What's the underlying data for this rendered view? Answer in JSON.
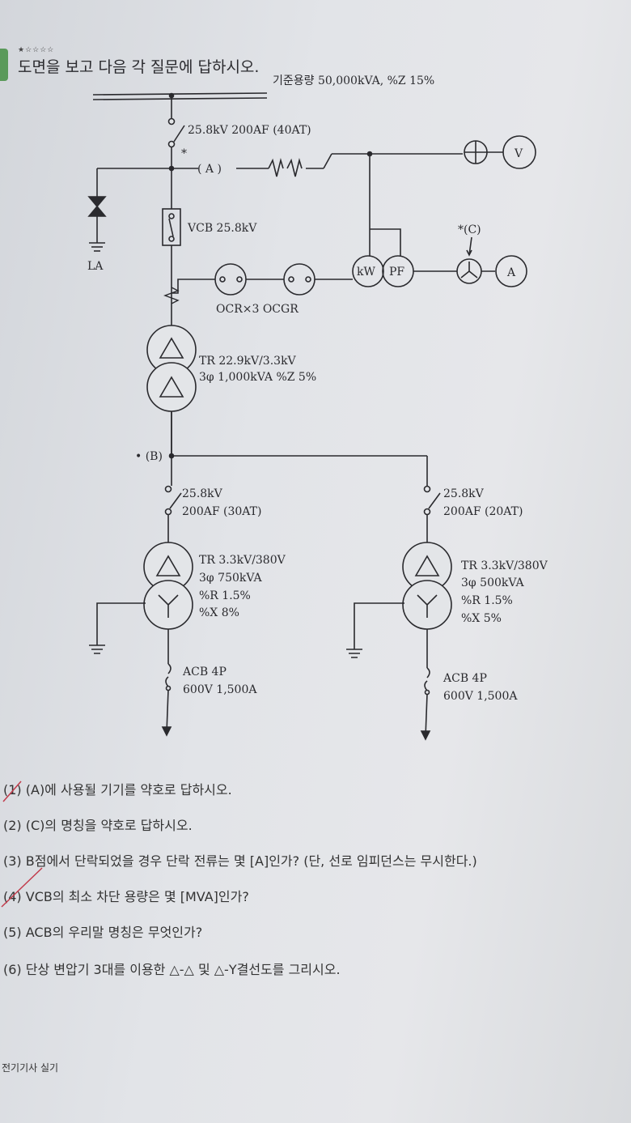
{
  "header": {
    "difficulty": "★☆☆☆☆",
    "instruction": "도면을 보고 다음 각 질문에 답하시오."
  },
  "diagram": {
    "source_label": "기준용량 50,000kVA, %Z 15%",
    "main_switch": "25.8kV 200AF (40AT)",
    "point_a": "( A )",
    "asterisk": "*",
    "voltmeter": "V",
    "la": "LA",
    "vcb": "VCB 25.8kV",
    "kw": "kW",
    "pf": "PF",
    "point_c": "*(C)",
    "ammeter": "A",
    "relays": "OCR×3 OCGR",
    "tr1_line1": "TR 22.9kV/3.3kV",
    "tr1_line2": "3φ 1,000kVA %Z 5%",
    "point_b": "• (B)",
    "left_sw_1": "25.8kV",
    "left_sw_2": "200AF (30AT)",
    "right_sw_1": "25.8kV",
    "right_sw_2": "200AF (20AT)",
    "tr2": [
      "TR 3.3kV/380V",
      "3φ 750kVA",
      "%R 1.5%",
      "%X 8%"
    ],
    "tr3": [
      "TR 3.3kV/380V",
      "3φ 500kVA",
      "%R 1.5%",
      "%X 5%"
    ],
    "acb_left": [
      "ACB 4P",
      "600V 1,500A"
    ],
    "acb_right": [
      "ACB 4P",
      "600V 1,500A"
    ]
  },
  "questions": [
    "(1) (A)에 사용될 기기를 약호로 답하시오.",
    "(2) (C)의 명칭을 약호로 답하시오.",
    "(3) B점에서 단락되었을 경우 단락 전류는 몇 [A]인가? (단, 선로 임피던스는 무시한다.)",
    "(4) VCB의 최소 차단 용량은 몇 [MVA]인가?",
    "(5) ACB의 우리말 명칭은 무엇인가?",
    "(6) 단상 변압기 3대를 이용한 △-△ 및 △-Y결선도를 그리시오."
  ],
  "footer": "전기기사 실기"
}
